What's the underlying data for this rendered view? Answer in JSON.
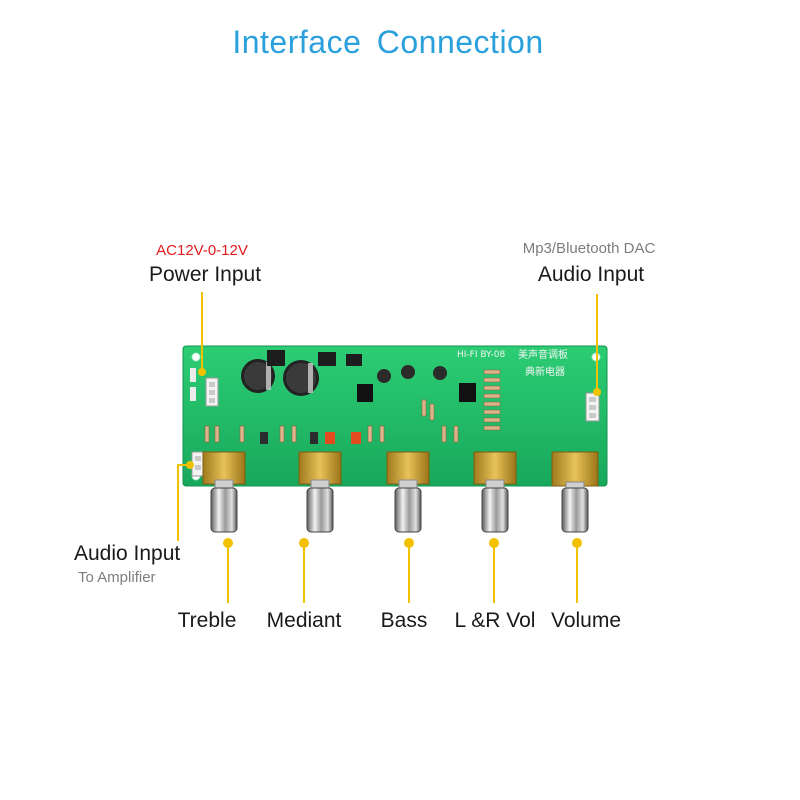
{
  "title": "Interface  Connection",
  "power": {
    "spec": "AC12V-0-12V",
    "label": "Power Input"
  },
  "audio_in": {
    "source": "Mp3/Bluetooth DAC",
    "label": "Audio Input"
  },
  "audio_out": {
    "label": "Audio Input",
    "sub": "To Amplifier"
  },
  "knobs": [
    {
      "label": "Treble"
    },
    {
      "label": "Mediant"
    },
    {
      "label": "Bass"
    },
    {
      "label": "L &R Vol"
    },
    {
      "label": "Volume"
    }
  ],
  "board": {
    "model": "HI-FI  BY-08",
    "chinese": "美声音调板",
    "brand": "典新电器"
  },
  "colors": {
    "title": "#2aa0dd",
    "leader": "#f2c200",
    "pcb": "#1fbe6a",
    "spec": "#e21b1b"
  }
}
